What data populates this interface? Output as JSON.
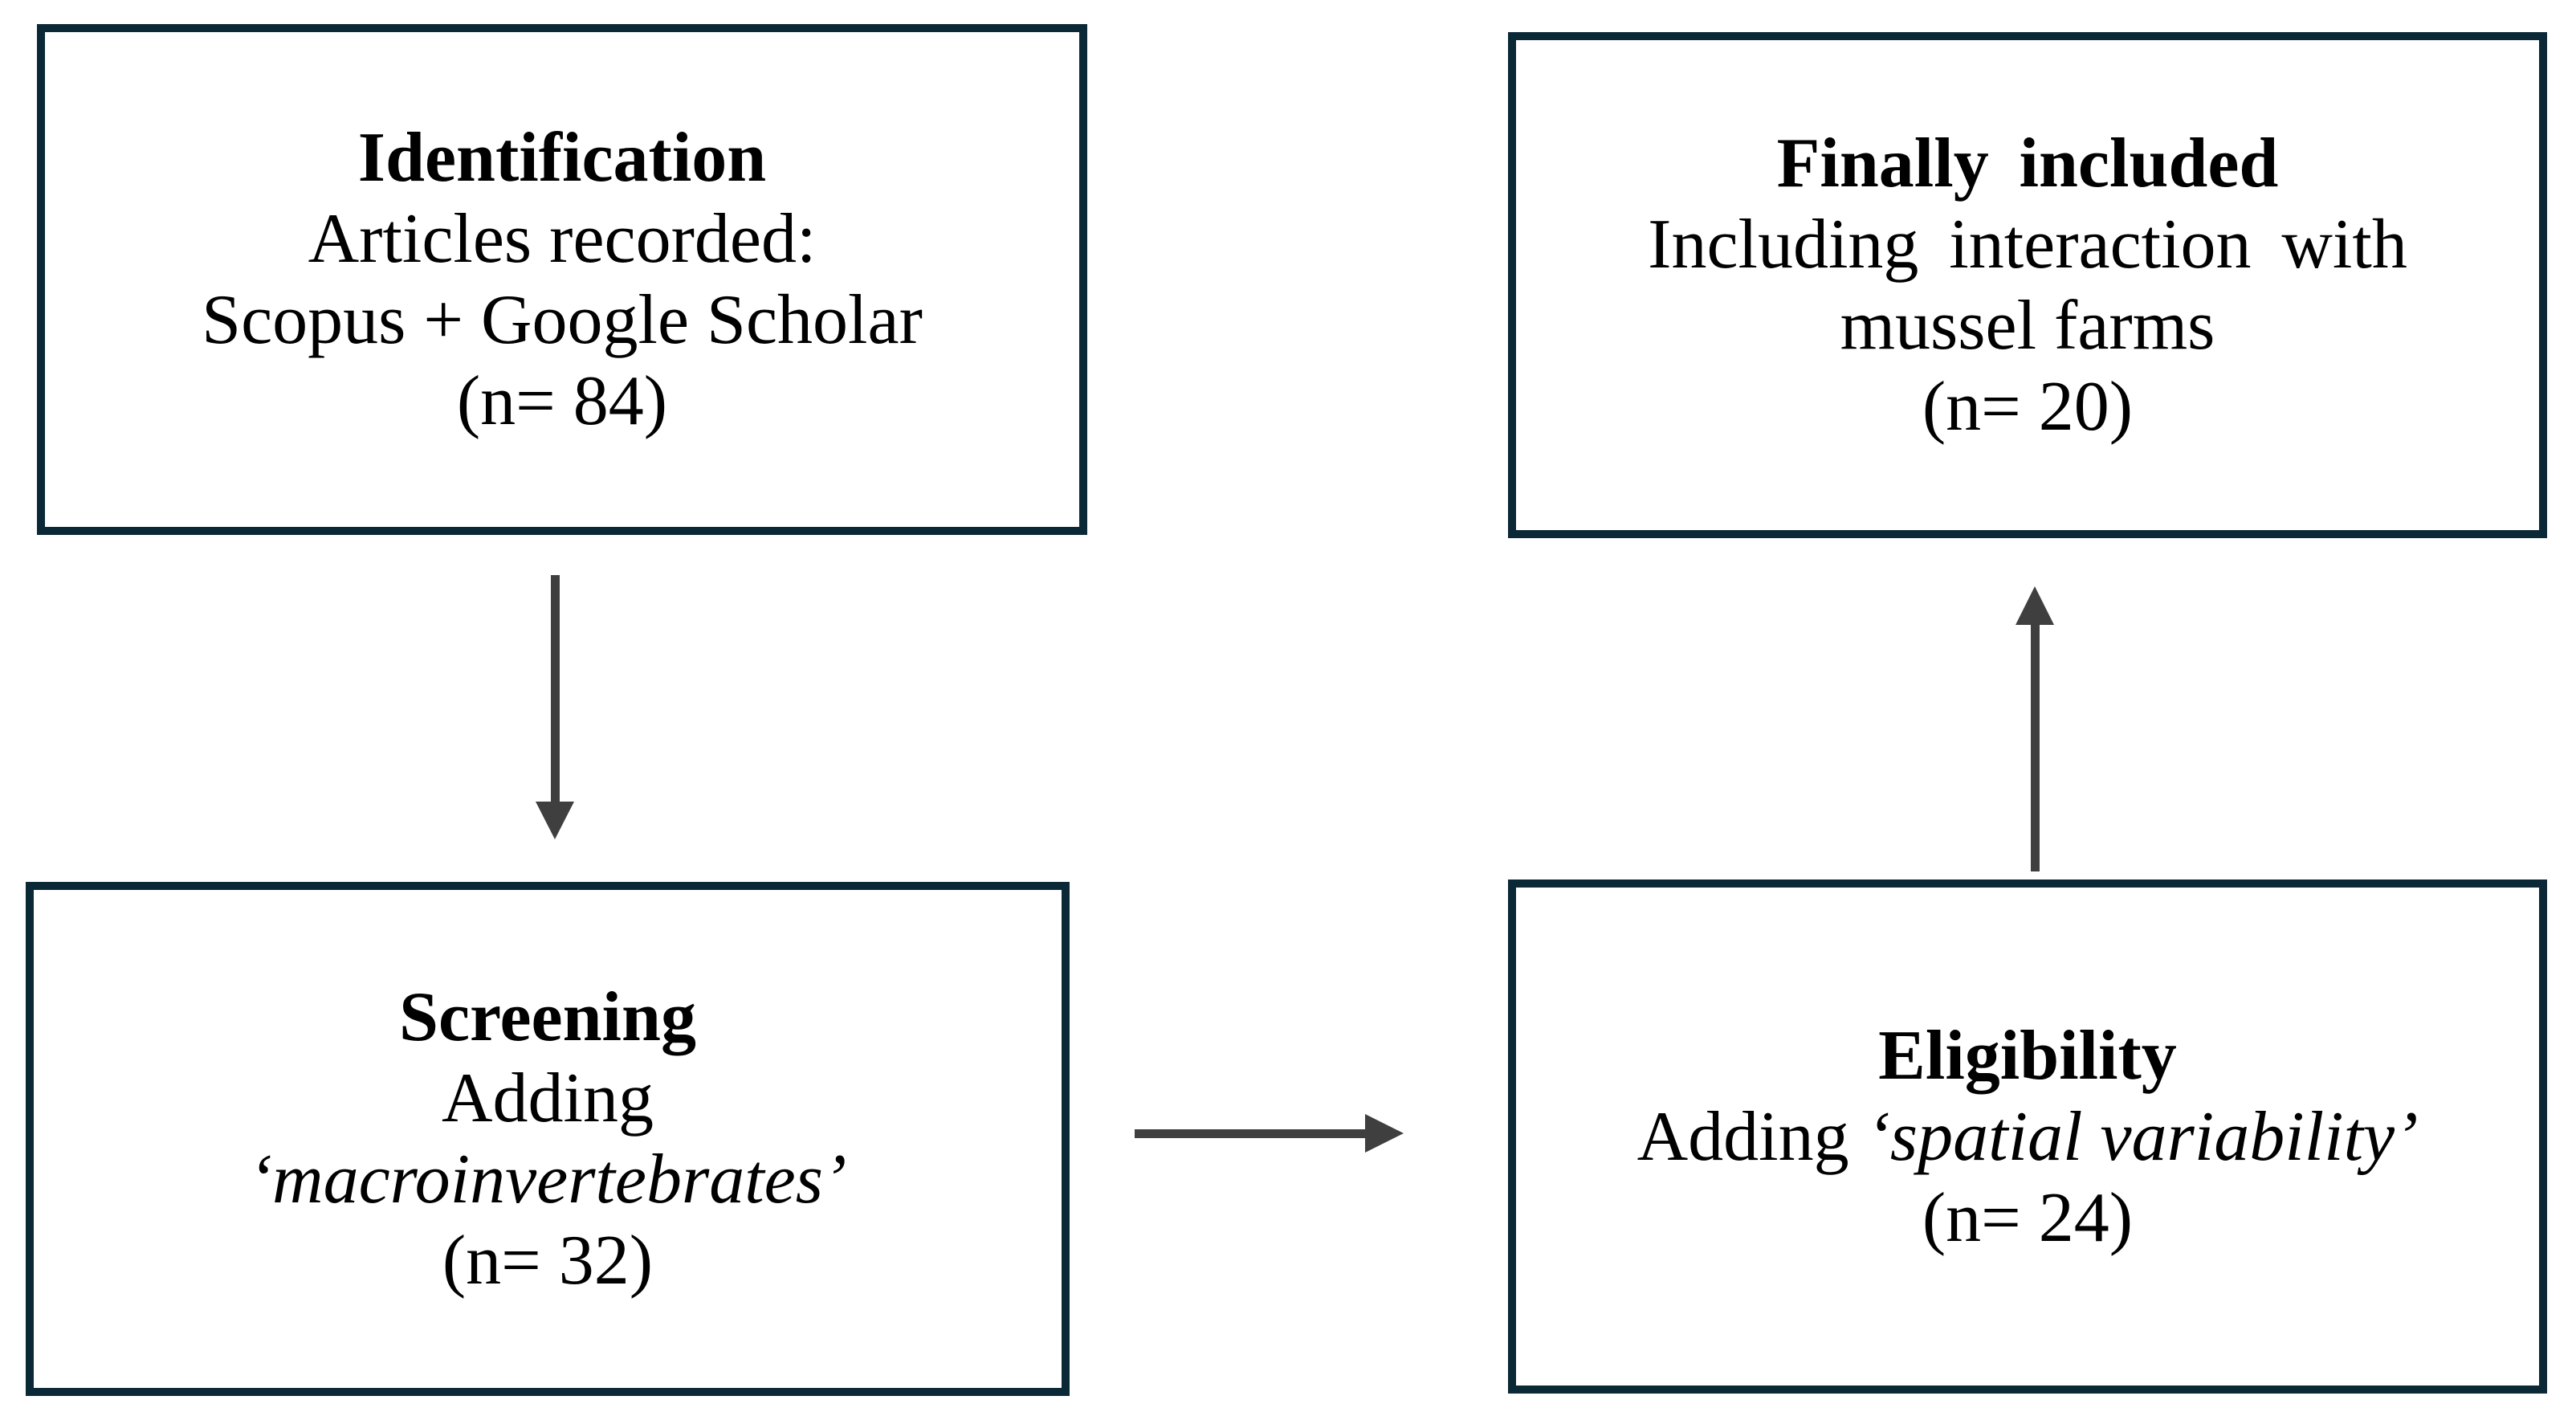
{
  "figure": {
    "colors": {
      "page_bg": "#ffffff",
      "box_border": "#0a2836",
      "arrow": "#3f3f3f",
      "text": "#000000"
    }
  },
  "boxes": {
    "identification": {
      "title": "Identification",
      "line1": "Articles recorded:",
      "line2": "Scopus + Google Scholar",
      "count": "(n= 84)"
    },
    "finally_included": {
      "title": "Finally included",
      "line1": "Including interaction with",
      "line2": "mussel farms",
      "count": "(n= 20)"
    },
    "screening": {
      "title": "Screening",
      "line1": "Adding",
      "line2_italic": "‘macroinvertebrates’",
      "count": "(n= 32)"
    },
    "eligibility": {
      "title": "Eligibility",
      "line1_prefix": "Adding ",
      "line1_italic": "‘spatial variability’",
      "count": "(n= 24)"
    }
  },
  "arrows": [
    {
      "name": "identification-to-screening",
      "direction": "down"
    },
    {
      "name": "screening-to-eligibility",
      "direction": "right"
    },
    {
      "name": "eligibility-to-finally-included",
      "direction": "up"
    }
  ]
}
